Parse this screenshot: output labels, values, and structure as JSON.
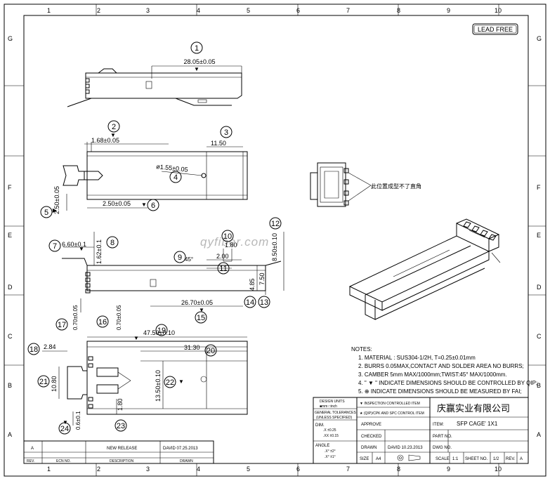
{
  "border": {
    "columns": [
      "1",
      "2",
      "3",
      "4",
      "5",
      "6",
      "7",
      "8",
      "9",
      "10"
    ],
    "rows": [
      "G",
      "F",
      "E",
      "D",
      "C",
      "B",
      "A"
    ]
  },
  "stamp": "LEAD FREE",
  "watermark": "qyfiber.com",
  "balloons": [
    "1",
    "2",
    "3",
    "4",
    "5",
    "6",
    "7",
    "8",
    "9",
    "10",
    "11",
    "12",
    "13",
    "14",
    "15",
    "16",
    "17",
    "18",
    "19",
    "20",
    "21",
    "22",
    "23",
    "24"
  ],
  "dims": {
    "d1": "28.05±0.05",
    "d2": "1.68±0.05",
    "d3": "11.50",
    "d4": "ø1.55±0.05",
    "d5": "2.50±0.05",
    "d6": "2.50±0.05",
    "d7": "6.60±0.1",
    "d8": "1.62±0.1",
    "d9": "45°",
    "d10": "1.80",
    "d11": "2.00",
    "d12": "8.50±0.10",
    "d13": "7.50",
    "d14": "4.85",
    "d15": "26.70±0.05",
    "d16": "0.70±0.05",
    "d17": "0.70±0.05",
    "d18": "2.84",
    "d19": "47.50±0.10",
    "d20": "31.30",
    "d21": "10.80",
    "d22": "13.50±0.10",
    "d23": "1.80",
    "d24": "0.6±0.1"
  },
  "callout_note": "此位置成型不了直角",
  "notes": {
    "title": "NOTES:",
    "items": [
      "1. MATERIAL : SUS304-1/2H, T=0.25±0.01mm",
      "2. BURRS 0.05MAX,CONTACT AND SOLDER AREA NO BURRS;",
      "3. CAMBER 5mm MAX/1000mm;TWIST:45° MAX/1000mm.",
      "4. \" ▼ \" INDICATE DIMENSIONS SHOULD BE CONTROLLED BY QIP;",
      "5. ⊕ INDICATE DIMENSIONS SHOULD BE MEASURED BY FAI;"
    ]
  },
  "title_block": {
    "design_units": "DESIGN UNITS",
    "units_value": "■mm □inch",
    "general_tol_1": "GENERAL TOLERANCES",
    "general_tol_2": "(UNLESS SPECIFIED)",
    "dim_label": "DIM.",
    "tol_x": ".X  ±0.25",
    "tol_xx": ".XX  ±0.15",
    "angle_label": "ANGLE",
    "angle_x": ".X°  ±2°",
    "angle_xx": ".X°  ±1°",
    "inspection": "▼ INSPECTION CONTROLLED ITEM",
    "qip": "★ (QIP)/CPK AND SPC CONTROL ITEM",
    "company": "庆赢实业有限公司",
    "approve": "APPROVE",
    "checked": "CHECKED",
    "drawn": "DRAWN",
    "drawn_by": "DAVID  10.23.2013",
    "item_label": "ITEM:",
    "item_value": "SFP CAGE' 1X1",
    "part_no": "PART NO.",
    "dwg_no": "DWG NO.",
    "size": "SIZE",
    "size_value": "A4",
    "scale": "SCALE",
    "scale_value": "1:1",
    "sheet": "SHEET NO.",
    "sheet_value": "1/2",
    "rev": "REV.",
    "rev_value": "A"
  },
  "revision_block": {
    "rev_letter": "A",
    "description": "NEW RELEASE",
    "date": "DAVID 07.25.2013",
    "h_rev": "REV.",
    "h_ecn": "ECN NO.",
    "h_desc": "DESCRIPTION",
    "h_drawn": "DRAWN"
  }
}
